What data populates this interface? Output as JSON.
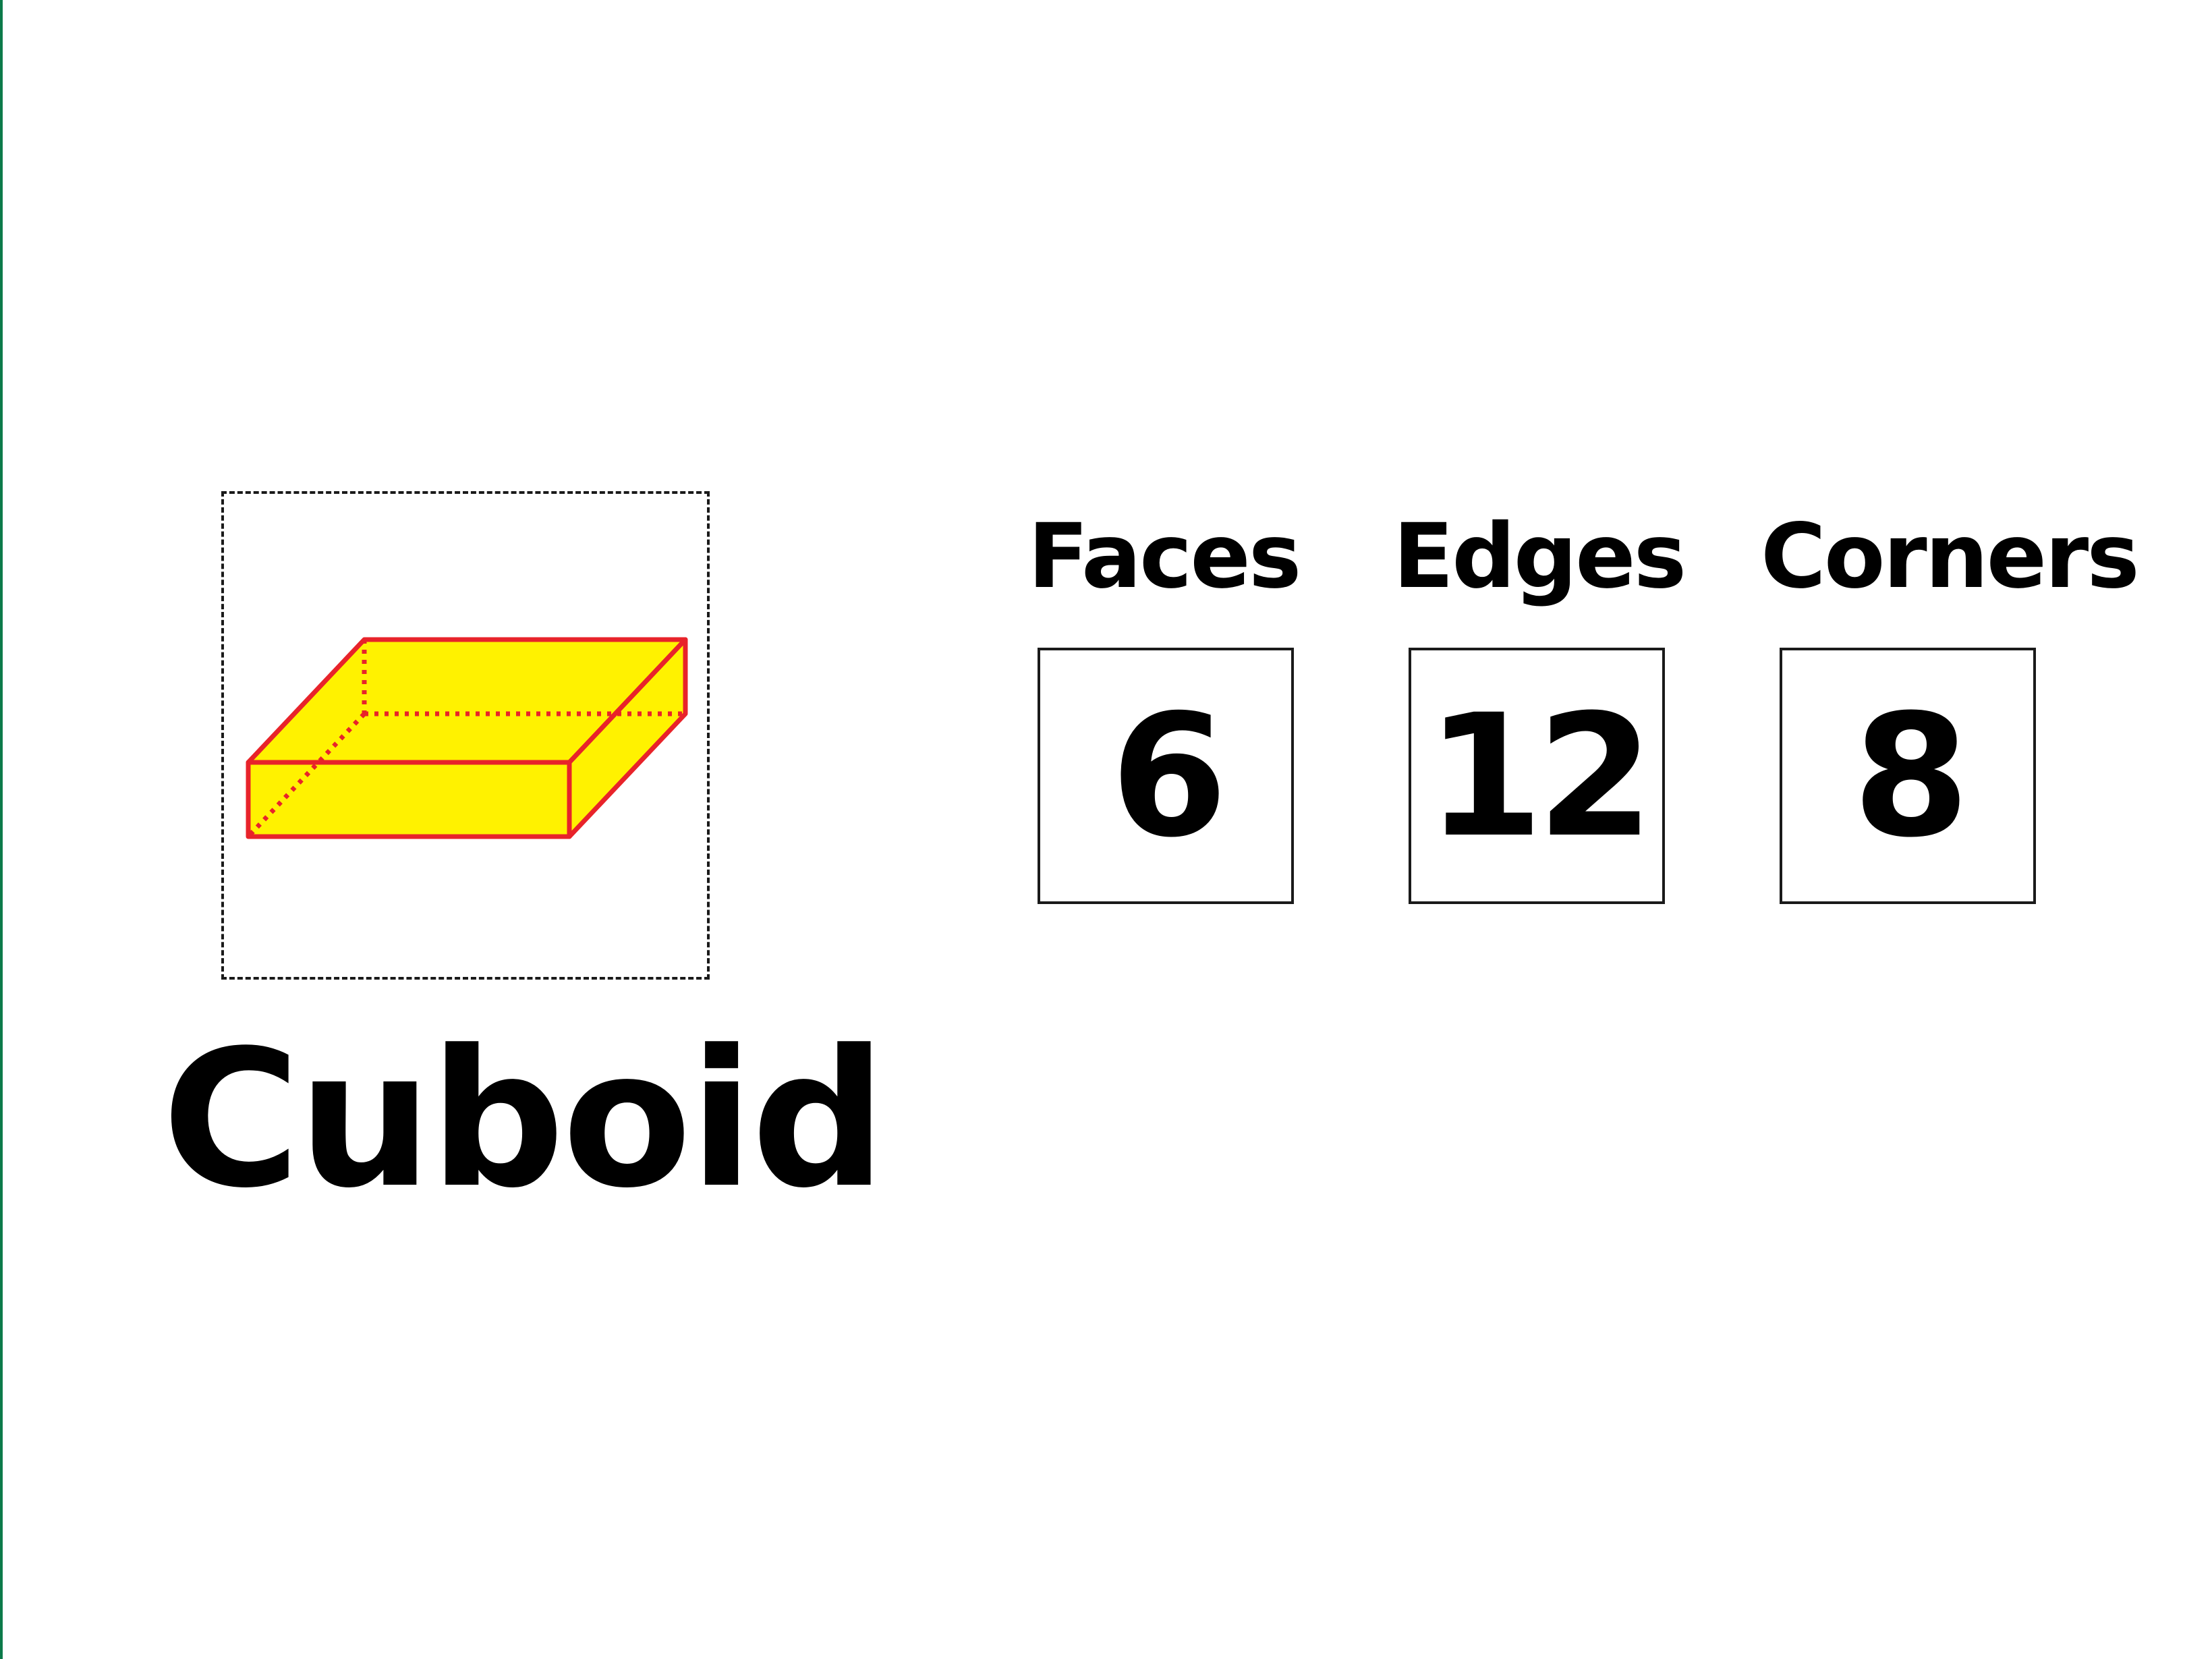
{
  "shape": {
    "name": "Cuboid",
    "icon": "cuboid-icon",
    "fill_color": "#fff200",
    "edge_color": "#e8232a"
  },
  "properties": [
    {
      "label": "Faces",
      "value": "6"
    },
    {
      "label": "Edges",
      "value": "12"
    },
    {
      "label": "Corners",
      "value": "8"
    }
  ]
}
